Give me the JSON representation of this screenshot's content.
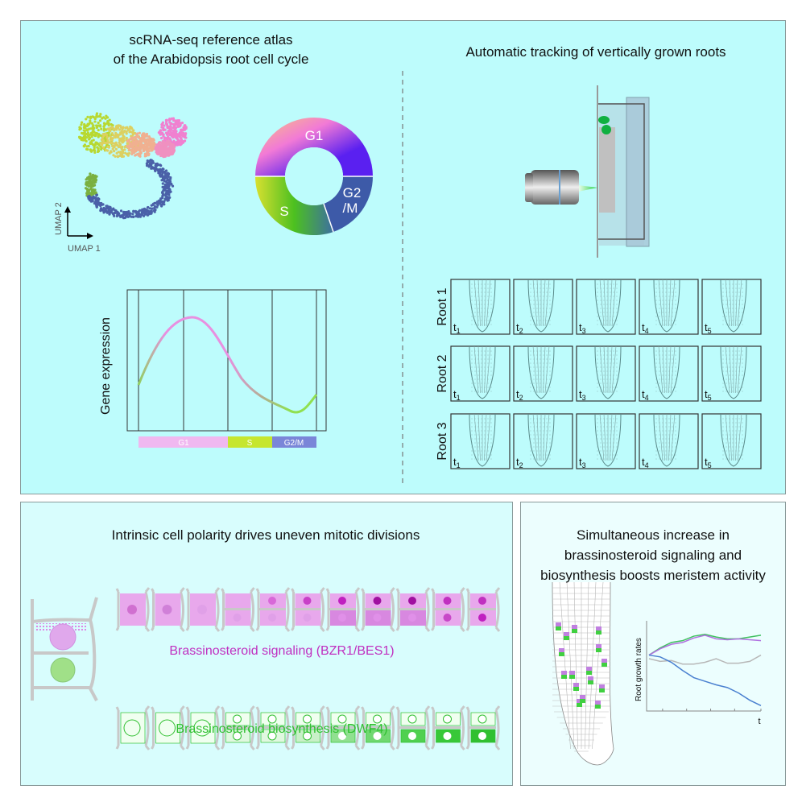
{
  "panel_atlas": {
    "title_line1": "scRNA-seq reference atlas",
    "title_line2": "of the Arabidopsis root cell cycle",
    "umap_x_label": "UMAP 1",
    "umap_y_label": "UMAP 2",
    "donut_labels": {
      "g1": "G1",
      "s": "S",
      "g2m_line1": "G2",
      "g2m_line2": "/M"
    },
    "gene_expression": {
      "ylabel": "Gene expression",
      "phase_bar": [
        {
          "label": "G1",
          "color": "#f0b8f0"
        },
        {
          "label": "S",
          "color": "#c6e62e"
        },
        {
          "label": "G2/M",
          "color": "#7a86d8"
        }
      ]
    }
  },
  "panel_tracking": {
    "title": "Automatic tracking of vertically grown roots",
    "rows": [
      "Root 1",
      "Root 2",
      "Root 3"
    ],
    "timepoints": [
      {
        "t": "t",
        "sub": "1"
      },
      {
        "t": "t",
        "sub": "2"
      },
      {
        "t": "t",
        "sub": "3"
      },
      {
        "t": "t",
        "sub": "4"
      },
      {
        "t": "t",
        "sub": "5"
      }
    ]
  },
  "panel_polarity": {
    "title": "Intrinsic cell polarity drives uneven mitotic divisions",
    "signaling_label": "Brassinosteroid signaling (BZR1/BES1)",
    "biosynthesis_label": "Brassinosteroid biosynthesis (DWF4)",
    "signaling_color": "#c030c0",
    "biosynthesis_color": "#30c030"
  },
  "panel_meristem": {
    "title_line1": "Simultaneous increase in",
    "title_line2": "brassinosteroid signaling and",
    "title_line3": "biosynthesis boosts meristem activity",
    "chart_data": {
      "type": "line",
      "ylabel": "Root growth rates",
      "xlabel": "t",
      "x": [
        0,
        1,
        2,
        3,
        4,
        5,
        6,
        7,
        8,
        9,
        10
      ],
      "series": [
        {
          "name": "green",
          "color": "#40c060",
          "values": [
            0.62,
            0.7,
            0.76,
            0.78,
            0.83,
            0.85,
            0.82,
            0.8,
            0.8,
            0.82,
            0.84
          ]
        },
        {
          "name": "purple",
          "color": "#b070e0",
          "values": [
            0.62,
            0.69,
            0.74,
            0.76,
            0.81,
            0.84,
            0.8,
            0.79,
            0.8,
            0.79,
            0.78
          ]
        },
        {
          "name": "gray",
          "color": "#b8b8b8",
          "values": [
            0.58,
            0.55,
            0.56,
            0.52,
            0.52,
            0.54,
            0.58,
            0.53,
            0.53,
            0.55,
            0.62
          ]
        },
        {
          "name": "blue",
          "color": "#4a80d0",
          "values": [
            0.62,
            0.6,
            0.54,
            0.45,
            0.37,
            0.33,
            0.29,
            0.26,
            0.2,
            0.12,
            0.06
          ]
        }
      ]
    }
  }
}
